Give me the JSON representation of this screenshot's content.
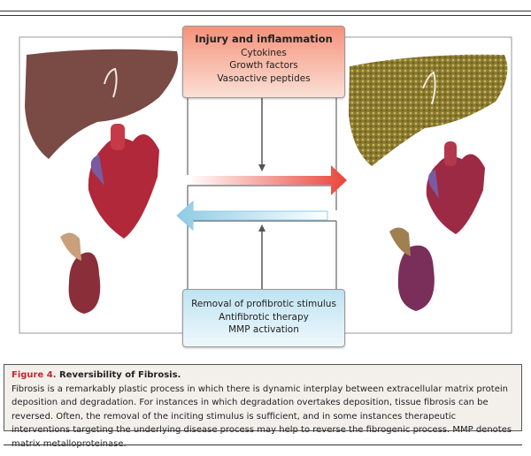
{
  "top_box": {
    "title": "Injury and inflammation",
    "items": [
      "Cytokines",
      "Growth factors",
      "Vasoactive peptides"
    ],
    "color": "#f4927a"
  },
  "bottom_box": {
    "items": [
      "Removal of profibrotic stimulus",
      "Antifibrotic therapy",
      "MMP activation"
    ],
    "color": "#bfe3f2"
  },
  "caption": {
    "figure_number": "Figure 4.",
    "title": "Reversibility of Fibrosis.",
    "text": "Fibrosis is a remarkably plastic process in which there is dynamic interplay between extracellular matrix protein deposition and degradation. For instances in which degradation overtakes deposition, tissue fibrosis can be reversed. Often, the removal of the inciting stimulus is sufficient, and in some instances therapeutic interventions targeting the underlying disease process may help to reverse the fibrogenic process. MMP denotes matrix metalloproteinase."
  },
  "colors": {
    "fibrosis_arrow": "#e8453a",
    "reversal_arrow": "#8fcbe6",
    "caption_accent": "#c0282d"
  }
}
